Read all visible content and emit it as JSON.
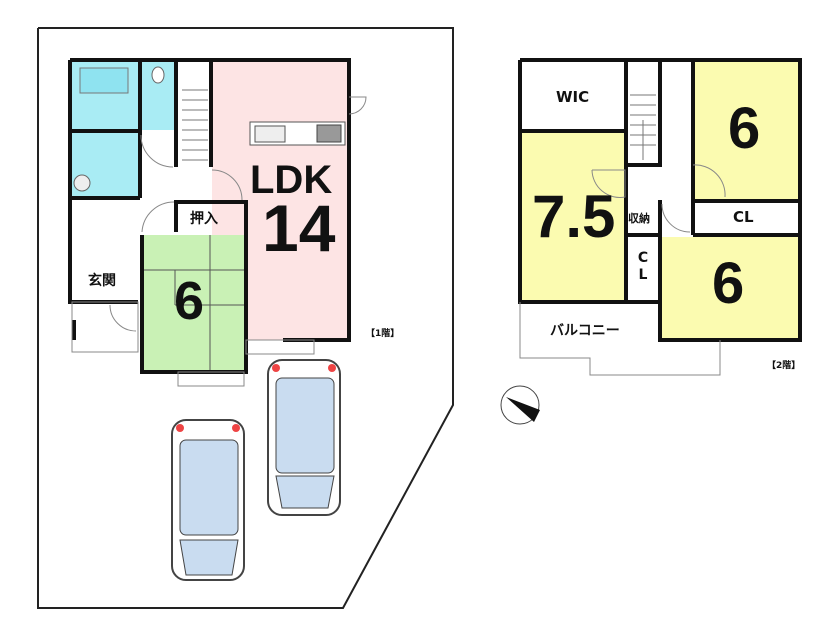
{
  "floor1": {
    "label": "【1階】",
    "rooms": {
      "ldk_name": "LDK",
      "ldk_size": "14",
      "washitsu_size": "6",
      "oshiire": "押入",
      "genkan": "玄関"
    }
  },
  "floor2": {
    "label": "【2階】",
    "rooms": {
      "wic": "WIC",
      "room_a_size": "7.5",
      "room_b_size": "6",
      "room_c_size": "6",
      "closet": "CL",
      "closet_vertical": "C L",
      "storage": "収納",
      "balcony": "バルコニー"
    }
  },
  "colors": {
    "ldk": "#fde4e4",
    "wet": "#a9ecf4",
    "washitsu": "#c9f1b5",
    "bedroom": "#fbfbb0",
    "car": "#c9dcf0"
  }
}
